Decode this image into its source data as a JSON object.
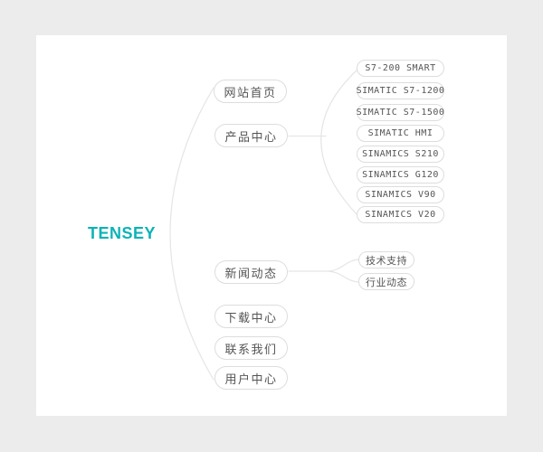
{
  "page": {
    "background_color": "#ececec",
    "card_color": "#ffffff"
  },
  "sitemap": {
    "root_label": "TENSEY",
    "nodes": [
      {
        "label": "网站首页",
        "children": []
      },
      {
        "label": "产品中心",
        "children": [
          {
            "label": "S7-200 SMART"
          },
          {
            "label": "SIMATIC S7-1200"
          },
          {
            "label": "SIMATIC S7-1500"
          },
          {
            "label": "SIMATIC HMI"
          },
          {
            "label": "SINAMICS S210"
          },
          {
            "label": "SINAMICS G120"
          },
          {
            "label": "SINAMICS V90"
          },
          {
            "label": "SINAMICS V20"
          }
        ]
      },
      {
        "label": "新闻动态",
        "children": [
          {
            "label": "技术支持"
          },
          {
            "label": "行业动态"
          }
        ]
      },
      {
        "label": "下载中心",
        "children": []
      },
      {
        "label": "联系我们",
        "children": []
      },
      {
        "label": "用户中心",
        "children": []
      }
    ]
  },
  "colors": {
    "accent": "#0db3b5",
    "pill_border": "#dddddd",
    "connector_line": "#e5e5e5",
    "label_text": "#555555"
  }
}
